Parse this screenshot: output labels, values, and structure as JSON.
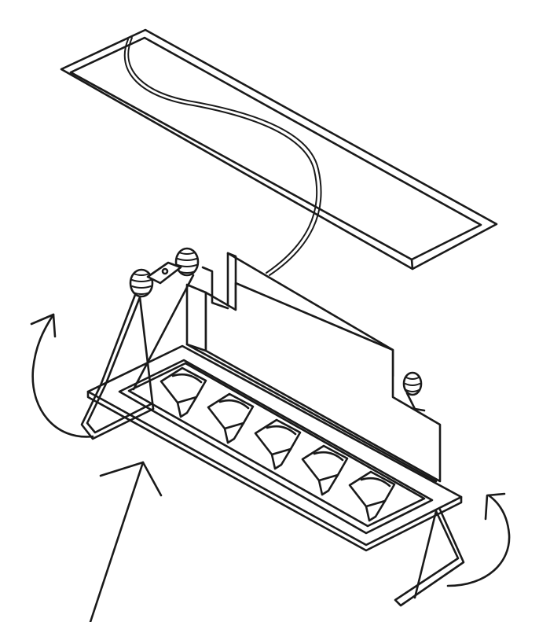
{
  "diagram": {
    "subject": "recessed-linear-downlight-installation",
    "stroke_color": "#1a1a1a",
    "background_color": "#ffffff",
    "lamp_count": 5,
    "spring_clip_count": 2,
    "rotation_arrow_count": 2,
    "icons": [
      "ceiling-cutout",
      "power-cable",
      "fixture-housing",
      "trim-frame",
      "lamp-cell",
      "spring-clip",
      "torsion-spring",
      "rotation-arrow",
      "insertion-arrow"
    ]
  }
}
